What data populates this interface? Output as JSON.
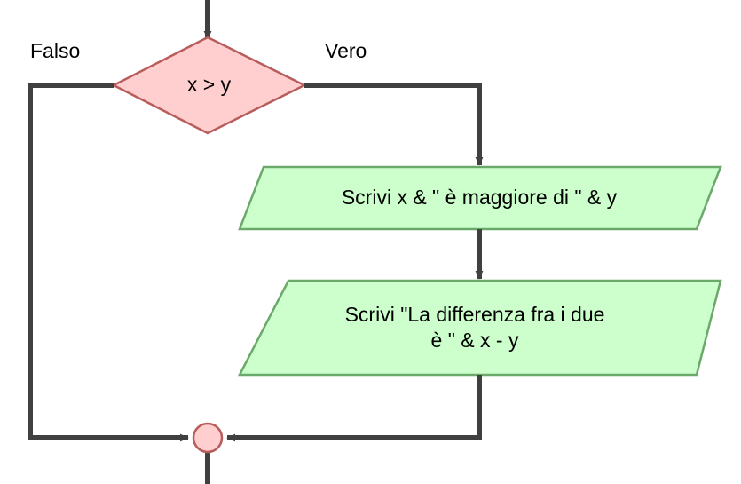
{
  "diagram": {
    "type": "flowchart",
    "language": "Italian",
    "title": "",
    "background_color": "#ffffff",
    "line_color": "#404040",
    "decision": {
      "shape": "diamond",
      "text": "x > y",
      "fill_color": "#ffcece",
      "stroke_color": "#b85c5c"
    },
    "process_1": {
      "shape": "parallelogram",
      "text": "Scrivi x & \" è maggiore di \" & y",
      "fill_color": "#ccffcc",
      "stroke_color": "#6aa96a"
    },
    "process_2": {
      "shape": "parallelogram",
      "text": "Scrivi \"La differenza fra i due\nè \" & x - y",
      "fill_color": "#ccffcc",
      "stroke_color": "#6aa96a"
    },
    "merge": {
      "shape": "circle",
      "text": "",
      "fill_color": "#ffcece",
      "stroke_color": "#b85c5c"
    },
    "edges": {
      "false_label": "Falso",
      "true_label": "Vero"
    }
  }
}
